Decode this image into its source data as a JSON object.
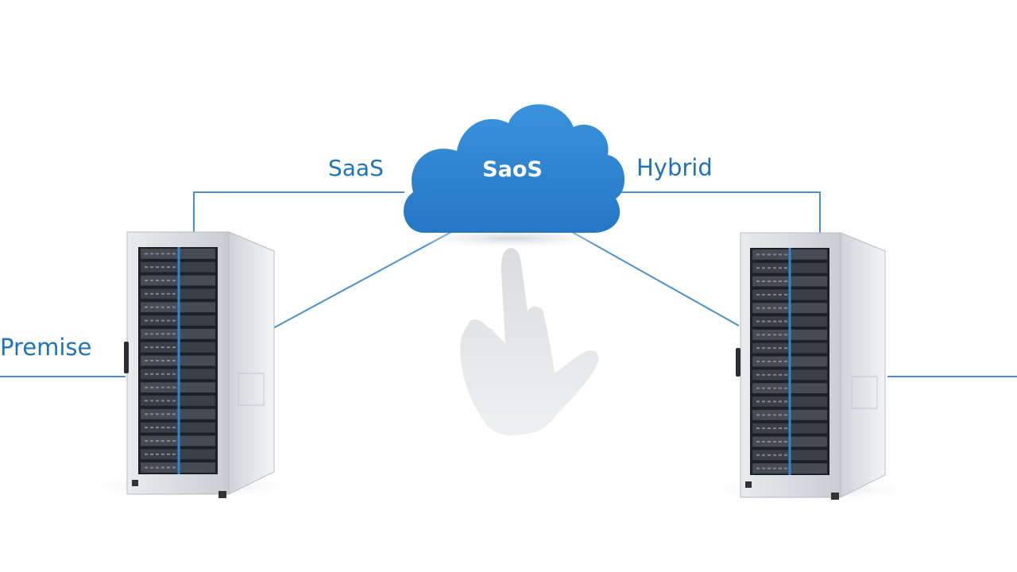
{
  "labels": {
    "premise": "Premise",
    "saas_left": "SaaS",
    "cloud_text": "SaoS",
    "hybrid": "Hybrid"
  },
  "colors": {
    "accent": "#1f73b7",
    "cloud": "#2f86d3",
    "line": "#4a90cf",
    "server_body": "#dfe2e6"
  },
  "icons": {
    "cloud": "cloud-icon",
    "hand": "pointing-hand-icon",
    "server": "server-rack-icon"
  }
}
